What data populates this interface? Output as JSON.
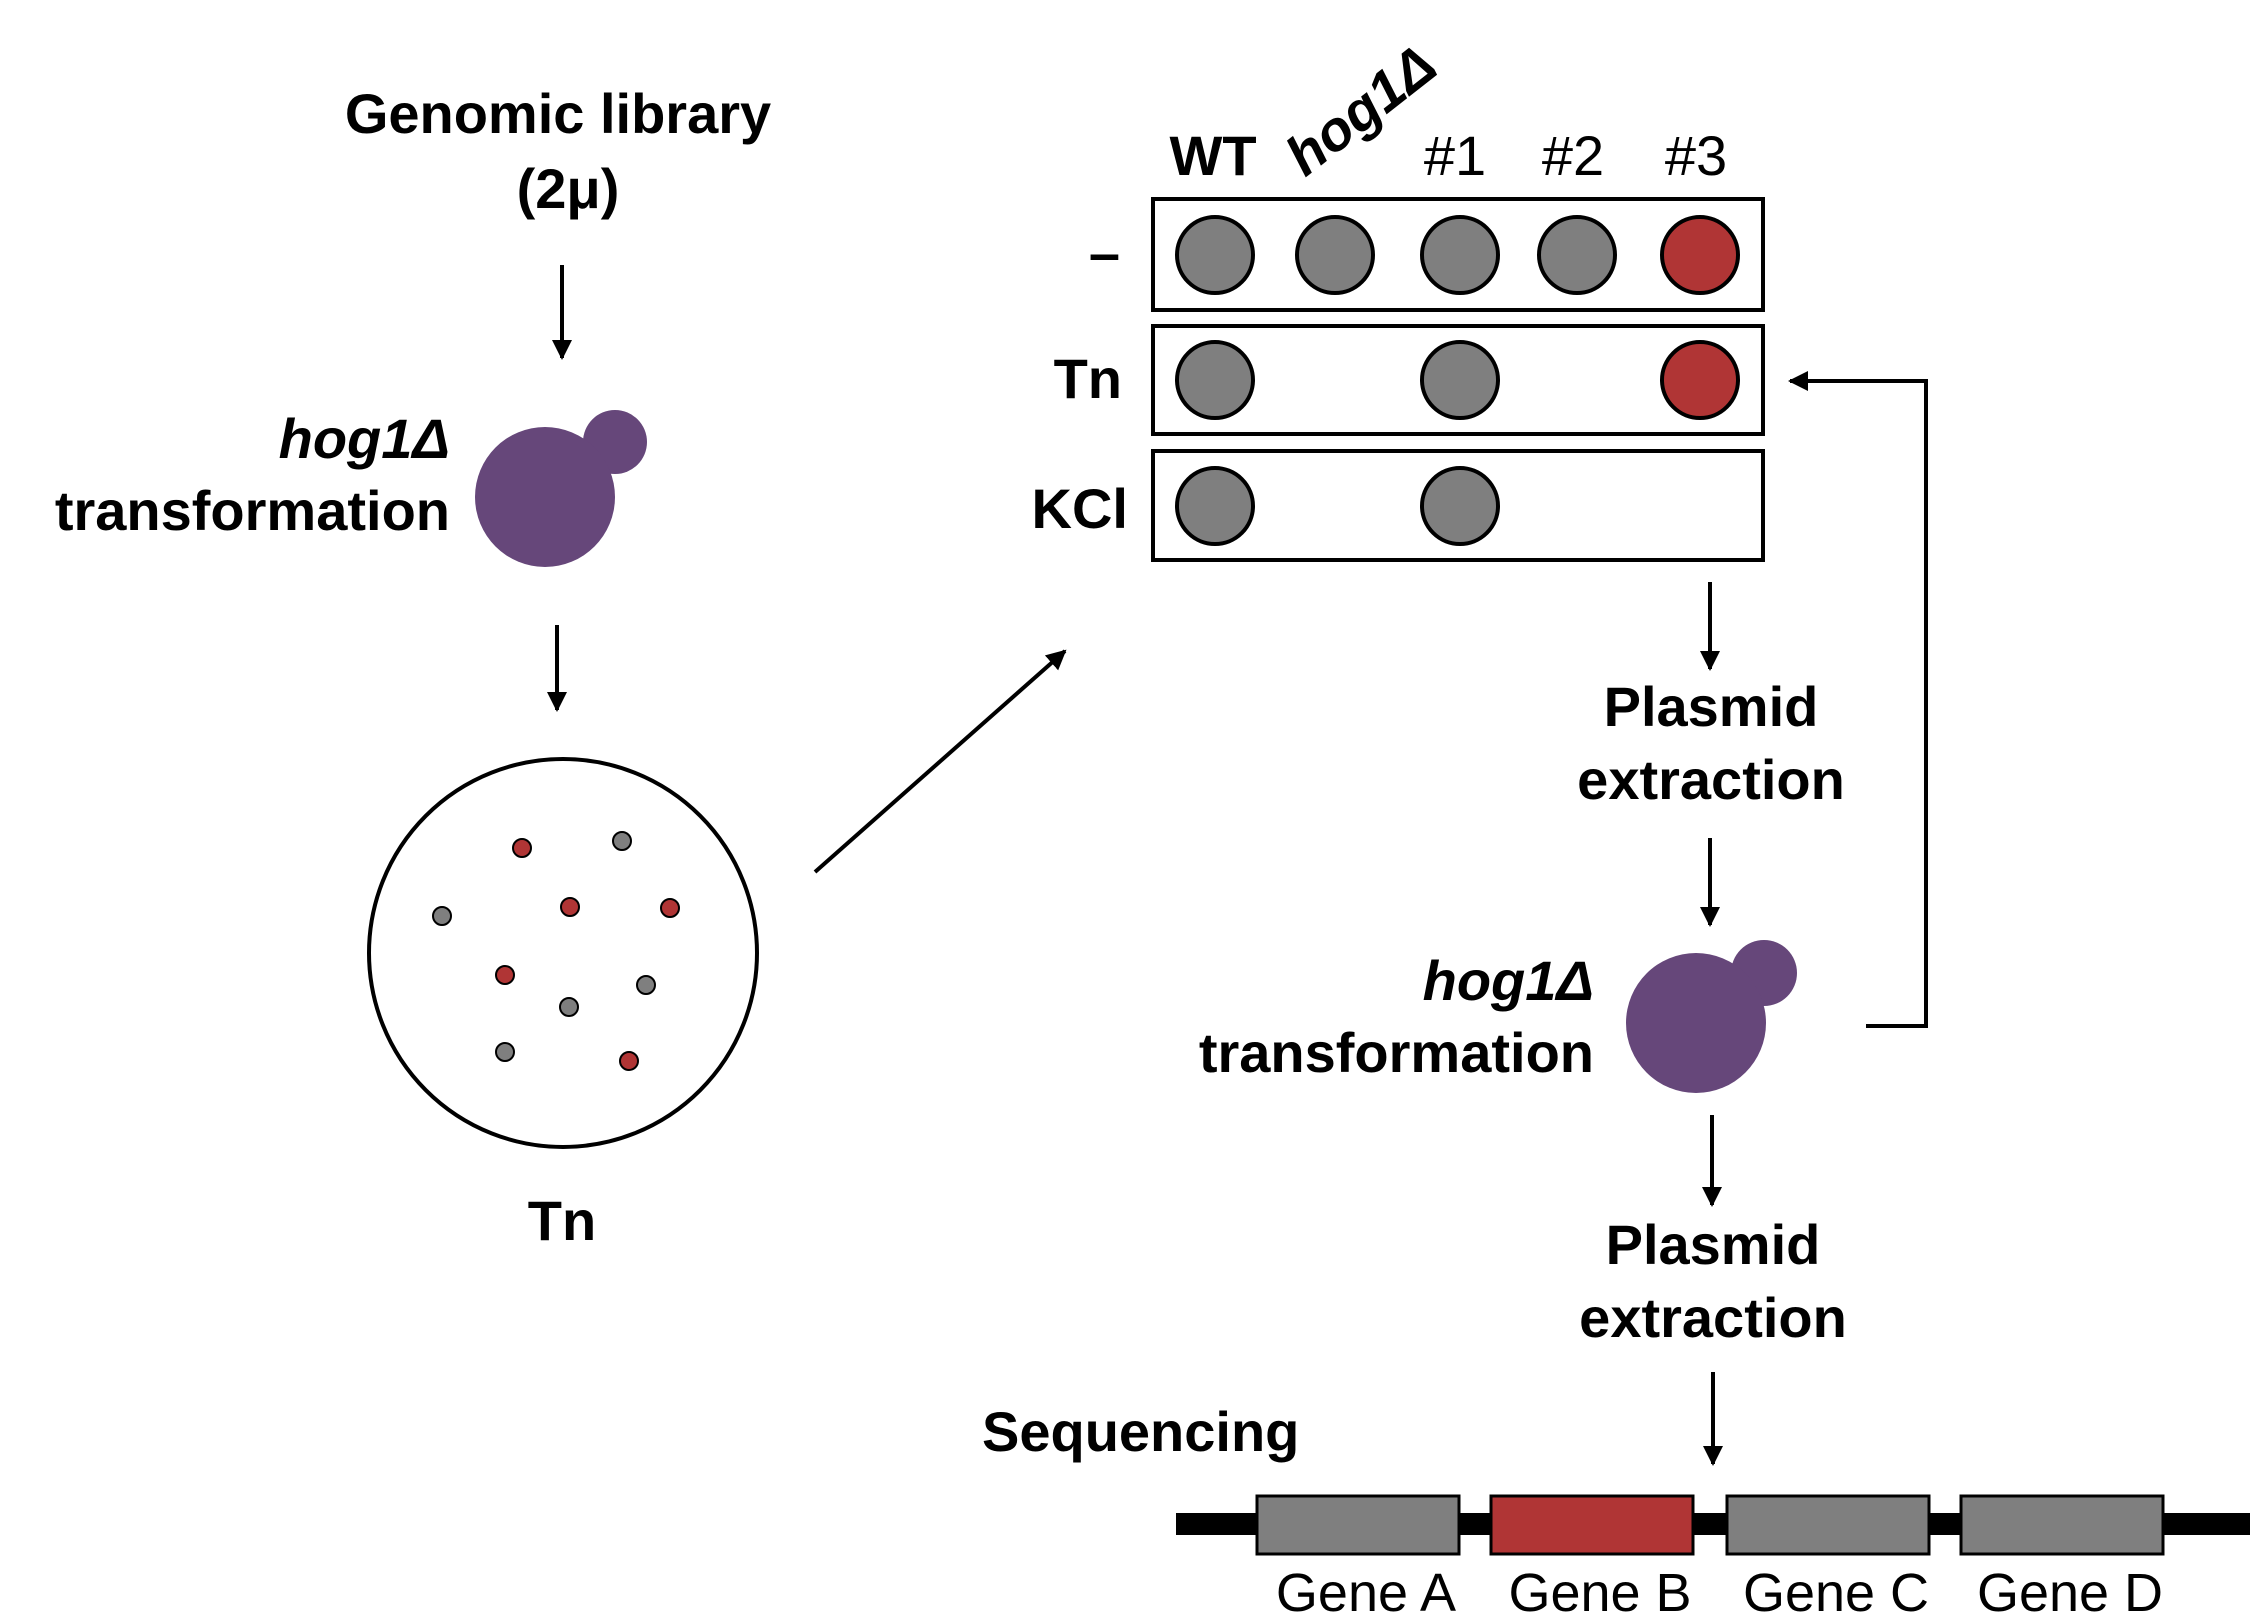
{
  "colors": {
    "yeast": "#66477a",
    "gray_colony": "#7f7f7f",
    "red_colony": "#b03535",
    "gray_gene": "#7f7f7f",
    "red_gene": "#b03535",
    "line": "#000000"
  },
  "left_panel": {
    "library_line1": "Genomic library",
    "library_line2": "(2μ)",
    "strain": "hog1Δ",
    "step": "transformation",
    "plate_label": "Tn"
  },
  "grid": {
    "columns": [
      "WT",
      "hog1Δ",
      "#1",
      "#2",
      "#3"
    ],
    "rows": [
      {
        "label": "–",
        "cells": [
          "gray",
          "gray",
          "gray",
          "gray",
          "red"
        ]
      },
      {
        "label": "Tn",
        "cells": [
          "gray",
          "none",
          "gray",
          "none",
          "red"
        ]
      },
      {
        "label": "KCl",
        "cells": [
          "gray",
          "none",
          "gray",
          "none",
          "none"
        ]
      }
    ]
  },
  "right_flow": {
    "extraction1_line1": "Plasmid",
    "extraction1_line2": "extraction",
    "strain": "hog1Δ",
    "step": "transformation",
    "extraction2_line1": "Plasmid",
    "extraction2_line2": "extraction",
    "sequencing": "Sequencing"
  },
  "genes": [
    {
      "label": "Gene A",
      "color": "gray"
    },
    {
      "label": "Gene B",
      "color": "red"
    },
    {
      "label": "Gene C",
      "color": "gray"
    },
    {
      "label": "Gene D",
      "color": "gray"
    }
  ]
}
